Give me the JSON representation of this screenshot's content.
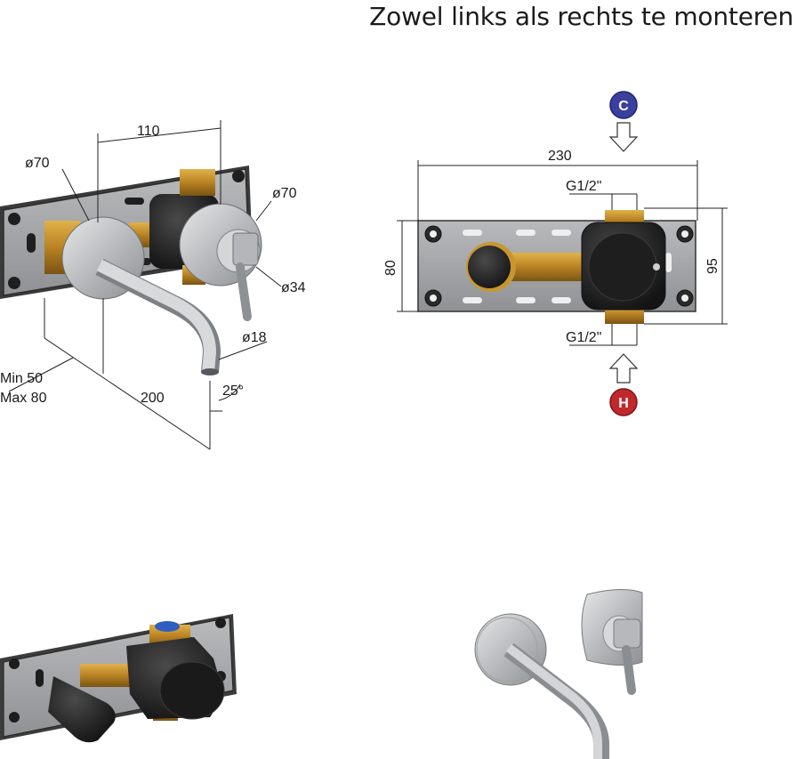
{
  "title": "Zowel links als rechts te monteren",
  "front_view": {
    "width_110": "110",
    "dia_70_left": "ø70",
    "dia_70_right": "ø70",
    "dia_34": "ø34",
    "dia_18": "ø18",
    "min": "Min 50",
    "max": "Max 80",
    "length_200": "200",
    "angle": "25°"
  },
  "top_view": {
    "width_230": "230",
    "thread_top": "G1/2\"",
    "thread_bottom": "G1/2\"",
    "height_80": "80",
    "height_95": "95",
    "cold_badge": "C",
    "hot_badge": "H"
  },
  "colors": {
    "plate": "#a7a9ab",
    "brass": "#c8962e",
    "body": "#2a2a2a",
    "chrome": "#c2c4c6",
    "cold": "#3b3f9e",
    "hot": "#c0282c"
  },
  "icons": [
    "cold-water-icon",
    "hot-water-icon",
    "arrow-down-icon",
    "arrow-up-icon"
  ]
}
